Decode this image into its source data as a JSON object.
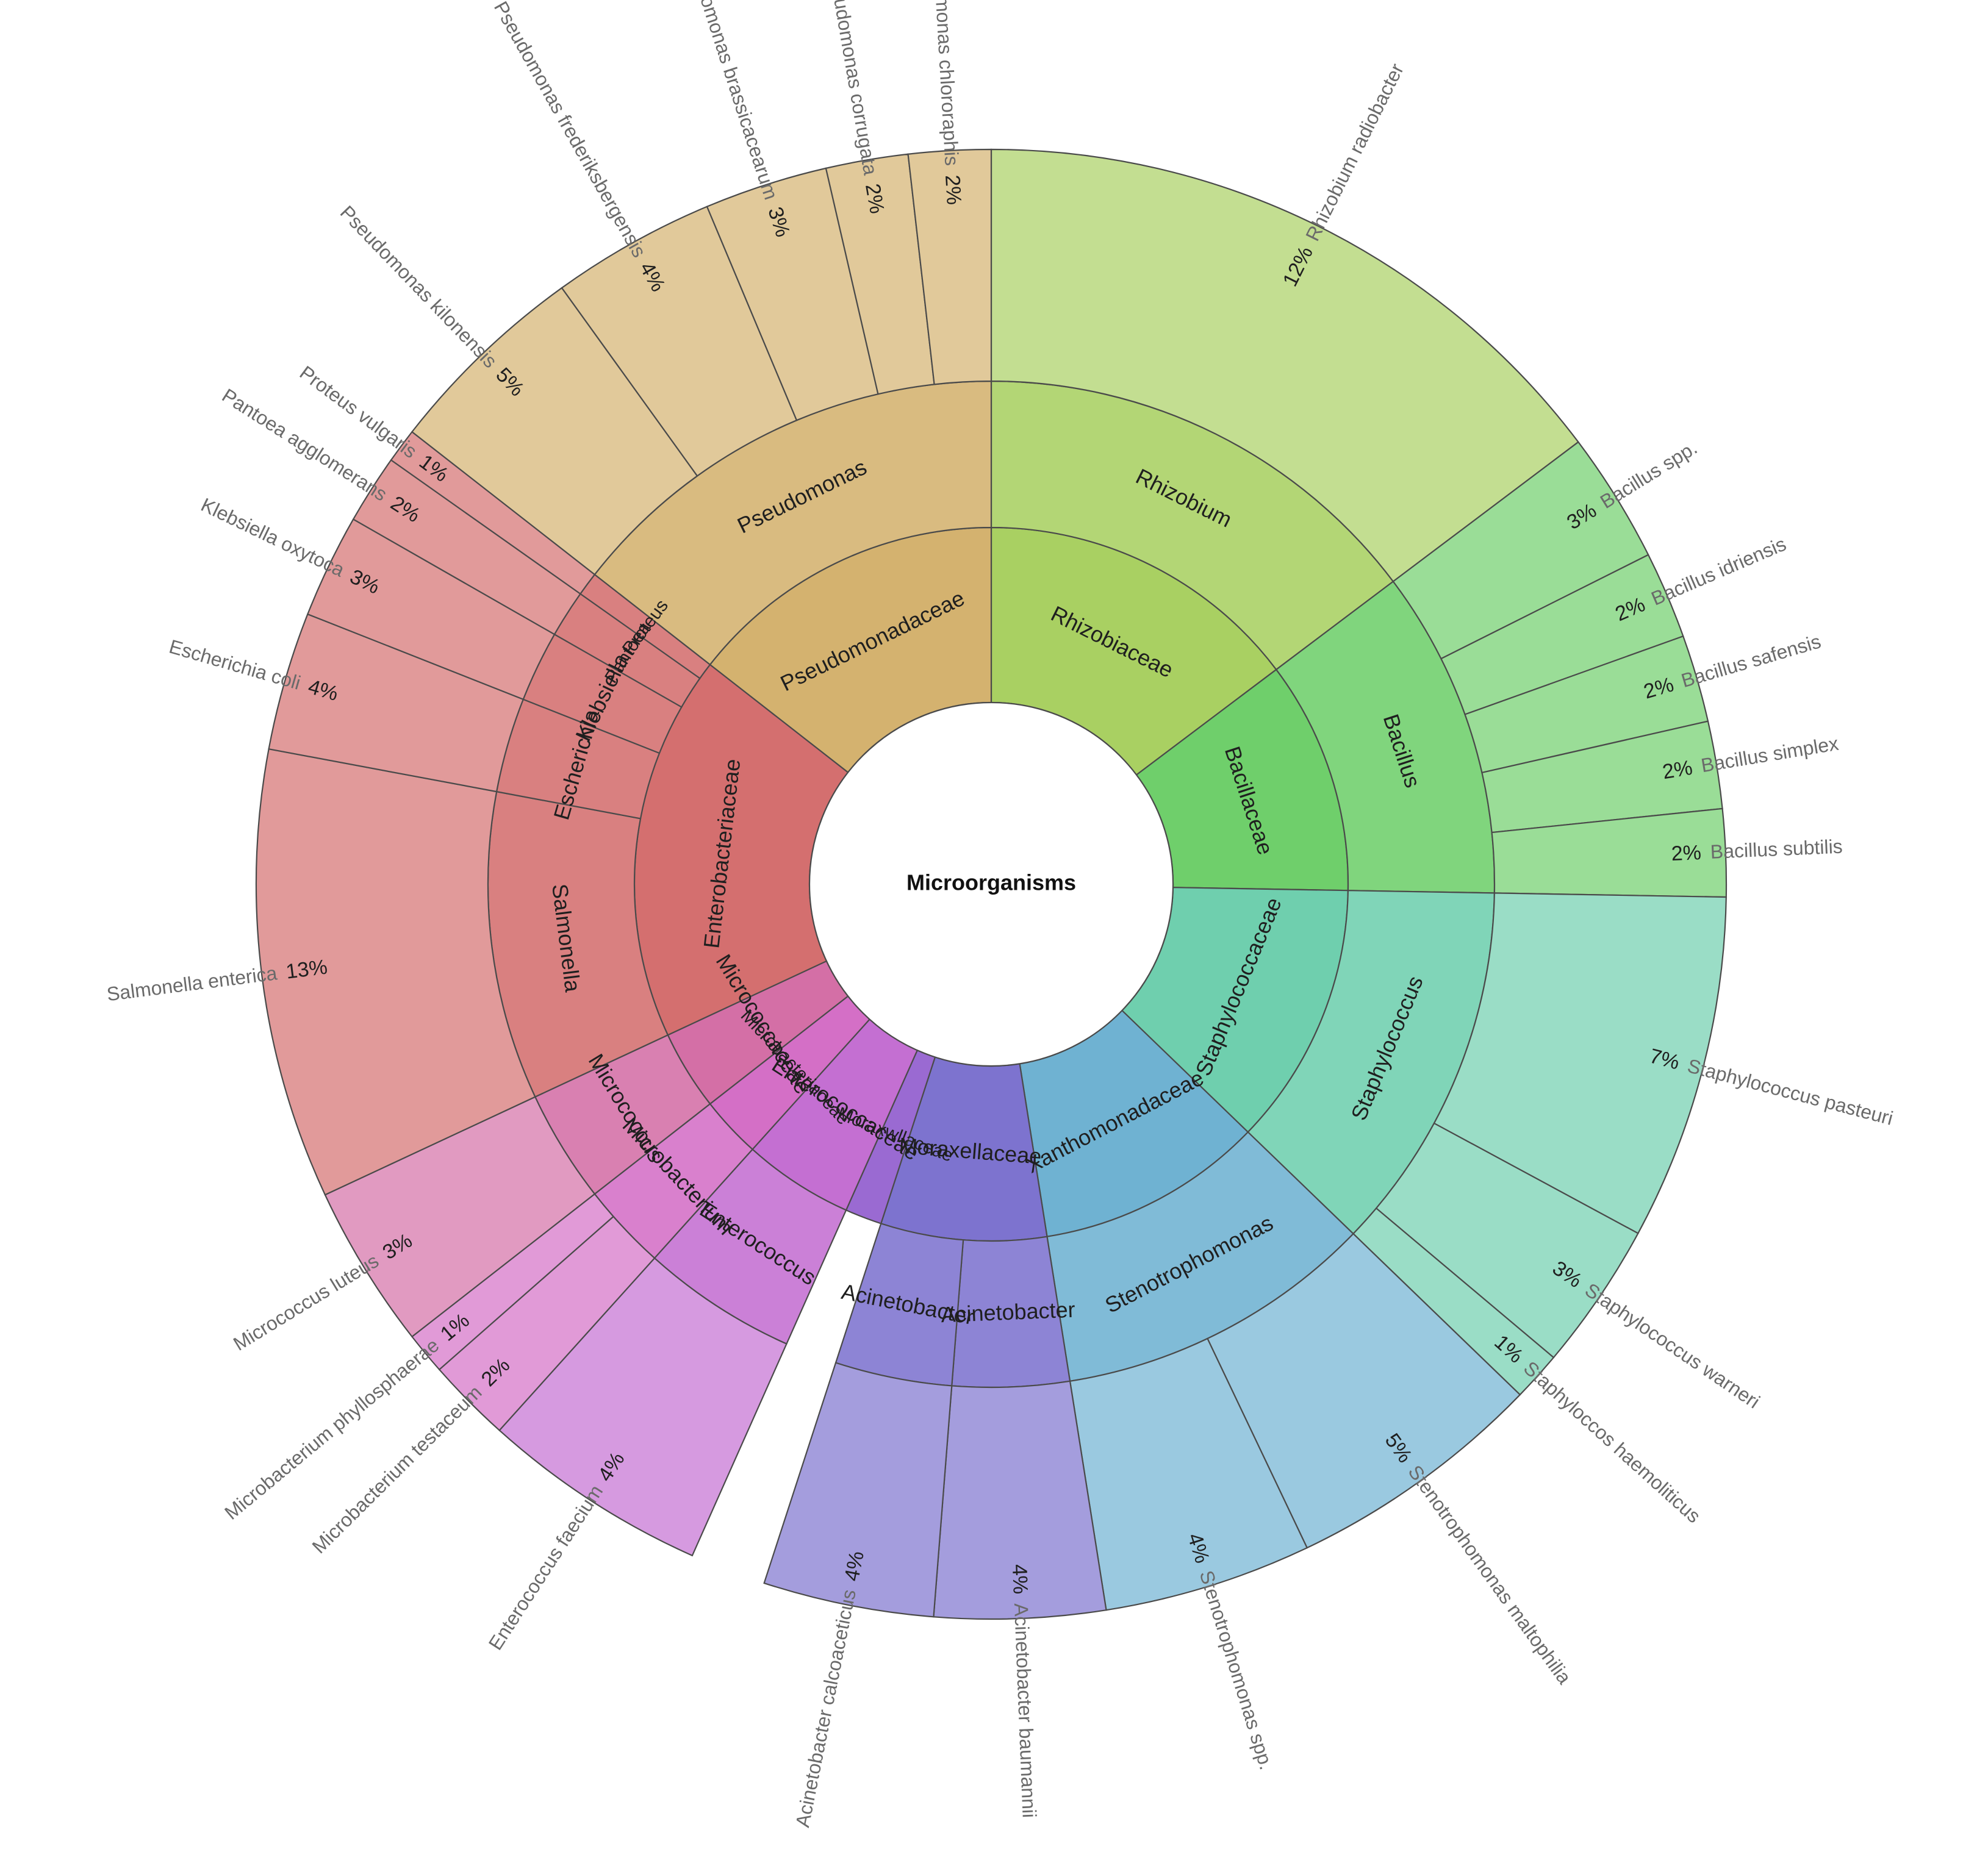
{
  "chart_data": {
    "type": "sunburst",
    "center_label": "Microorganisms",
    "rings": [
      "family",
      "genus",
      "species"
    ],
    "families": [
      {
        "name": "Rhizobiaceae",
        "color": "#a9d062",
        "genera": [
          {
            "name": "Rhizobium",
            "species": [
              {
                "name": "Rhizobium radiobacter",
                "percent": 12,
                "label": "12%"
              }
            ]
          }
        ]
      },
      {
        "name": "Bacillaceae",
        "color": "#6fcf6b",
        "genera": [
          {
            "name": "Bacillus",
            "species": [
              {
                "name": "Bacillus spp.",
                "percent": 3,
                "label": "3%"
              },
              {
                "name": "Bacillus idriensis",
                "percent": 2,
                "label": "2%"
              },
              {
                "name": "Bacillus safensis",
                "percent": 2,
                "label": "2%"
              },
              {
                "name": "Bacillus simplex",
                "percent": 2,
                "label": "2%"
              },
              {
                "name": "Bacillus subtilis",
                "percent": 2,
                "label": "2%"
              }
            ]
          }
        ]
      },
      {
        "name": "Staphylococcaceae",
        "color": "#6fcfae",
        "genera": [
          {
            "name": "Staphylococcus",
            "species": [
              {
                "name": "Staphylococcus pasteuri",
                "percent": 7,
                "label": "7%"
              },
              {
                "name": "Staphylococcus warneri",
                "percent": 3,
                "label": "3%"
              },
              {
                "name": "Staphyloccos haemoliticus",
                "percent": 1,
                "label": "1%"
              }
            ]
          }
        ]
      },
      {
        "name": "Xanthomonadaceae",
        "color": "#6fb2d2",
        "genera": [
          {
            "name": "Stenotrophomonas",
            "species": [
              {
                "name": "Stenotrophomonas maltophilia",
                "percent": 5,
                "label": "5%"
              },
              {
                "name": "Stenotrophomonas spp.",
                "percent": 4,
                "label": "4%"
              }
            ]
          }
        ]
      },
      {
        "name": "Moraxellaceae",
        "color": "#7d73cf",
        "genera": [
          {
            "name": "Acinetobacter",
            "species": [
              {
                "name": "Acinetobacter baumannii",
                "percent": 4,
                "label": "4%"
              }
            ]
          },
          {
            "name": "Acinetobacter",
            "species": [
              {
                "name": "Acinetobacter calcoaceticus",
                "percent": 4,
                "label": "4%"
              }
            ]
          }
        ]
      },
      {
        "name": "Moraxwllaceae",
        "color": "#9a6ad2",
        "genera": []
      },
      {
        "name": "Enterococcaceae",
        "color": "#c46fd2",
        "genera": [
          {
            "name": "Enterococcus",
            "species": [
              {
                "name": "Enterococcus faecium",
                "percent": 4,
                "label": "4%"
              }
            ]
          }
        ]
      },
      {
        "name": "Microbacteriaceae",
        "color": "#d46fc6",
        "genera": [
          {
            "name": "Microbacterium",
            "species": [
              {
                "name": "Microbacterium testaceum",
                "percent": 2,
                "label": "2%"
              },
              {
                "name": "Microbacterium phyllosphaerae",
                "percent": 1,
                "label": "1%"
              }
            ]
          }
        ]
      },
      {
        "name": "Micrococcaceae",
        "color": "#d46fa6",
        "genera": [
          {
            "name": "Micrococcus",
            "species": [
              {
                "name": "Micrococcus luteus",
                "percent": 3,
                "label": "3%"
              }
            ]
          }
        ]
      },
      {
        "name": "Enterobacteriaceae",
        "color": "#d46f6f",
        "genera": [
          {
            "name": "Salmonella",
            "species": [
              {
                "name": "Salmonella enterica",
                "percent": 13,
                "label": "13%"
              }
            ]
          },
          {
            "name": "Escherichia",
            "species": [
              {
                "name": "Escherichia coli",
                "percent": 4,
                "label": "4%"
              }
            ]
          },
          {
            "name": "Klebsiella",
            "species": [
              {
                "name": "Klebsiella oxytoca",
                "percent": 3,
                "label": "3%"
              }
            ]
          },
          {
            "name": "Pantoea",
            "species": [
              {
                "name": "Pantoea agglomerans",
                "percent": 2,
                "label": "2%"
              }
            ]
          },
          {
            "name": "Proteus",
            "species": [
              {
                "name": "Proteus vulgaris",
                "percent": 1,
                "label": "1%"
              }
            ]
          }
        ]
      },
      {
        "name": "Pseudomonadaceae",
        "color": "#d4b26f",
        "genera": [
          {
            "name": "Pseudomonas",
            "species": [
              {
                "name": "Pseudomonas kilonensis",
                "percent": 5,
                "label": "5%"
              },
              {
                "name": "Pseudomonas frederiksbergensis",
                "percent": 4,
                "label": "4%"
              },
              {
                "name": "Pseudomonas brassicacearum",
                "percent": 3,
                "label": "3%"
              },
              {
                "name": "Pseudomonas corrugata",
                "percent": 2,
                "label": "2%"
              },
              {
                "name": "Pseudomonas chlororaphis",
                "percent": 2,
                "label": "2%"
              }
            ]
          }
        ]
      }
    ]
  }
}
